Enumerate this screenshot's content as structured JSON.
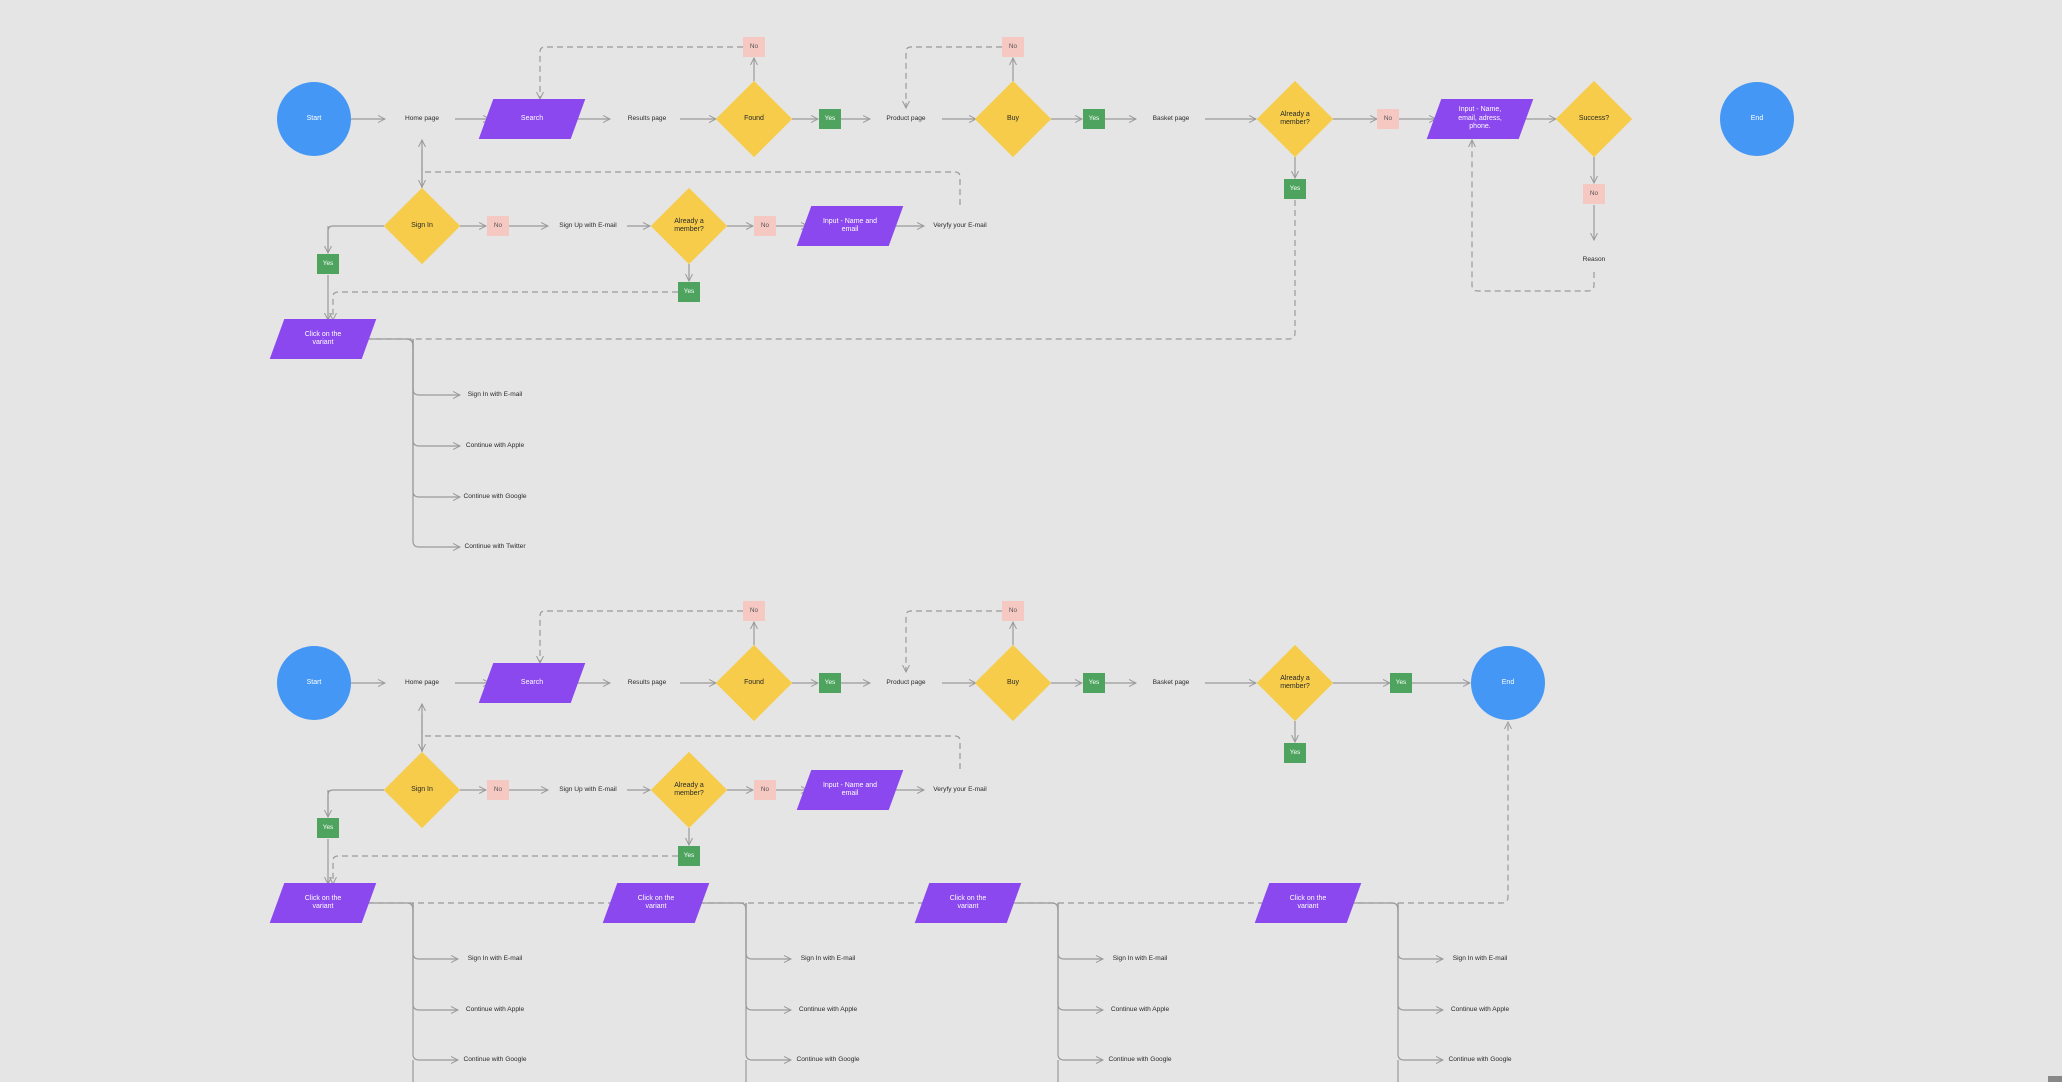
{
  "colors": {
    "background": "#e5e5e5",
    "terminal": "#4597f5",
    "io": "#8b48ef",
    "decision": "#f6cc4a",
    "yes": "#4ea45f",
    "no": "#f6c8c2",
    "edge": "#9a9a9a"
  },
  "labels": {
    "start": "Start",
    "end": "End",
    "home_page": "Home page",
    "search": "Search",
    "results_page": "Results page",
    "found": "Found",
    "product_page": "Product page",
    "buy": "Buy",
    "basket_page": "Basket page",
    "already_member": "Already a member?",
    "input_details": "Input - Name, email, adress, phone.",
    "success": "Success?",
    "reason": "Reason",
    "sign_in": "Sign In",
    "sign_up_email": "Sign Up with E-mail",
    "input_name_email": "Input - Name and email",
    "verify_email": "Veryfy your E-mail",
    "click_variant": "Click on the variant",
    "sign_in_email": "Sign In with E-mail",
    "continue_apple": "Continue with Apple",
    "continue_google": "Continue with Google",
    "continue_twitter": "Continue with Twitter",
    "yes": "Yes",
    "no": "No"
  }
}
